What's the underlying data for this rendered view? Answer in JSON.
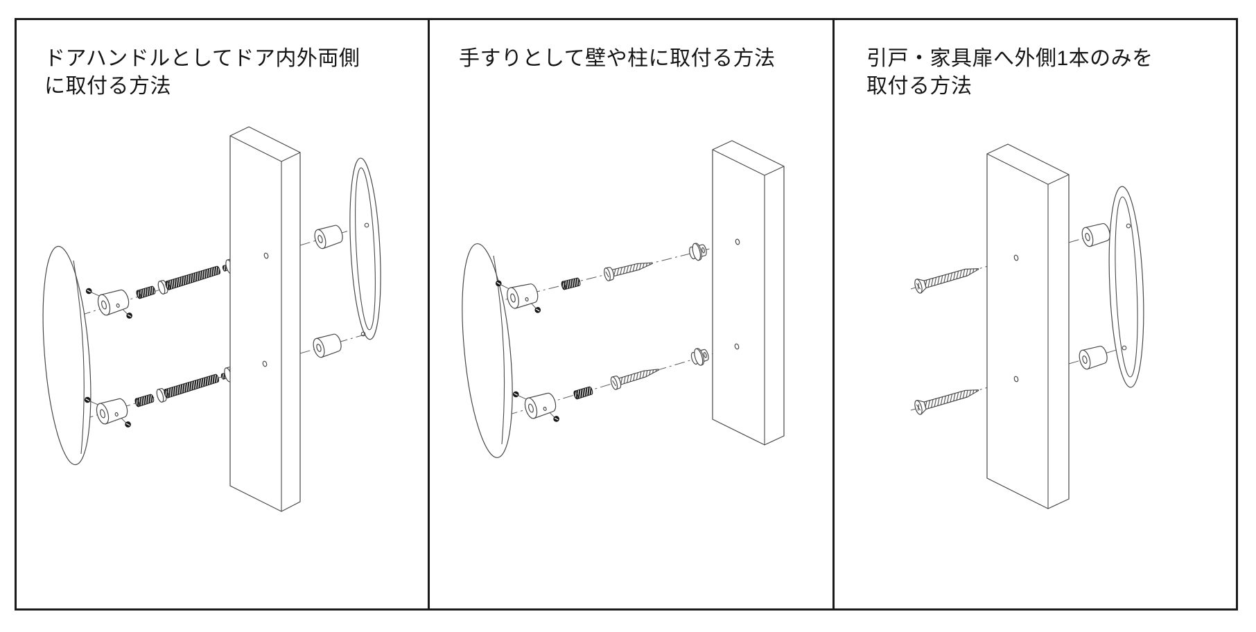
{
  "figure": {
    "background": "#ffffff",
    "border_color": "#1a1a1a",
    "line_color": "#474747"
  },
  "panels": [
    {
      "id": "door-handle-both-sides",
      "title_line1": "ドアハンドルとしてドア内外両側",
      "title_line2": "に取付る方法"
    },
    {
      "id": "handrail-on-wall-or-post",
      "title_line1": "手すりとして壁や柱に取付る方法",
      "title_line2": ""
    },
    {
      "id": "sliding-door-outside-single",
      "title_line1": "引戸・家具扉へ外側1本のみを",
      "title_line2": "取付る方法"
    }
  ]
}
